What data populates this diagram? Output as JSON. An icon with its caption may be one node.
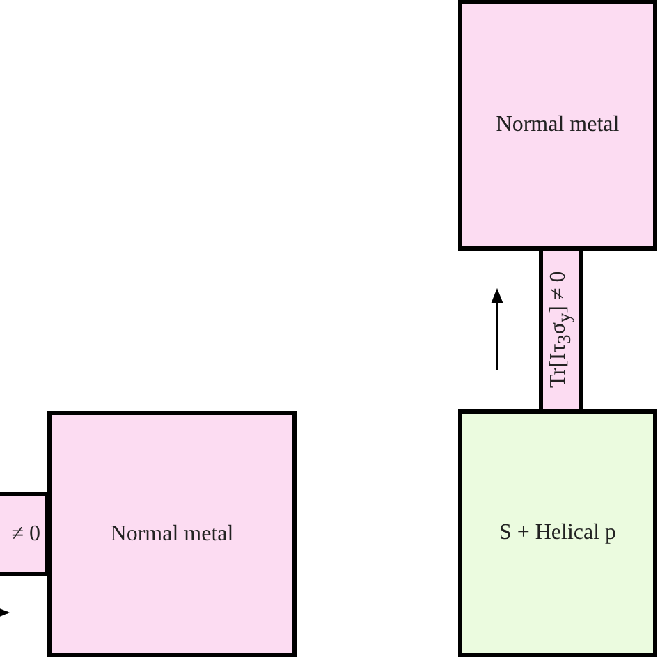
{
  "diagram": {
    "nodes": [
      {
        "text": [
          "≠ 0"
        ]
      },
      {
        "text": [
          "Normal metal"
        ]
      },
      {
        "text": [
          "Normal metal"
        ]
      },
      {
        "text": [
          "Tr[Iτ$_{3}$σ$_{y}$] ≠ 0"
        ]
      },
      {
        "text": [
          "S + Helical p"
        ]
      }
    ]
  }
}
